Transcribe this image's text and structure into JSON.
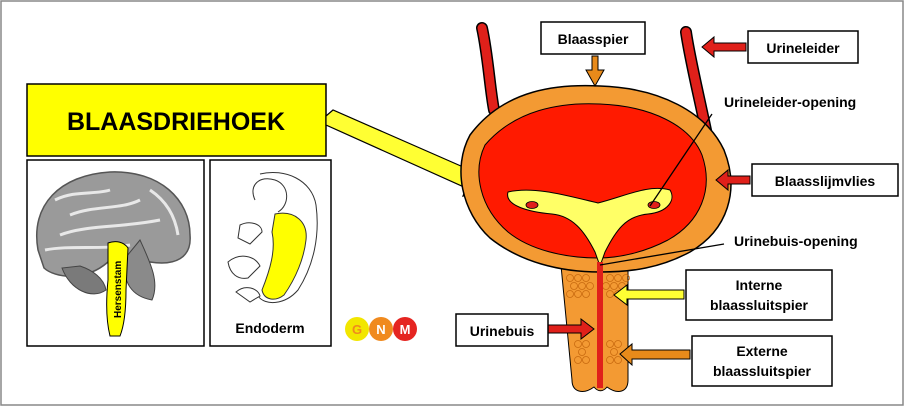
{
  "title": "BLAASDRIEHOEK",
  "brain_label": "Hersenstam",
  "embryo_label": "Endoderm",
  "logo": {
    "letters": [
      "G",
      "N",
      "M"
    ],
    "colors": [
      "#f2e600",
      "#f08a1e",
      "#e52521"
    ]
  },
  "labels": {
    "blaasspier": "Blaasspier",
    "urineleider": "Urineleider",
    "urineleider_opening": "Urineleider-opening",
    "blaasslijmvlies": "Blaasslijmvlies",
    "urinebuis_opening": "Urinebuis-opening",
    "interne_line1": "Interne",
    "interne_line2": "blaassluitspier",
    "urinebuis": "Urinebuis",
    "externe_line1": "Externe",
    "externe_line2": "blaassluitspier"
  },
  "colors": {
    "title_bg": "#ffff00",
    "muscle": "#f39a33",
    "mucosa": "#ff1a00",
    "trigone": "#ffff66",
    "arrow_red": "#e0201a",
    "arrow_orange": "#e88a1a",
    "arrow_yellow": "#ffff33"
  }
}
